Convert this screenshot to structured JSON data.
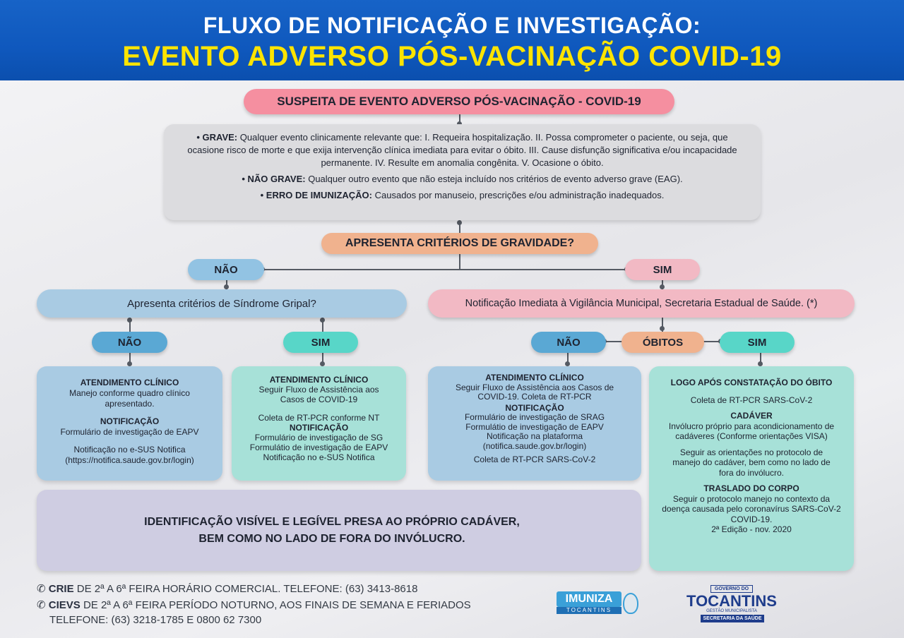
{
  "header": {
    "title_line1": "FLUXO DE NOTIFICAÇÃO E INVESTIGAÇÃO:",
    "title_line2": "EVENTO ADVERSO PÓS-VACINAÇÃO COVID-19"
  },
  "top": {
    "suspeita": "SUSPEITA DE EVENTO ADVERSO PÓS-VACINAÇÃO - COVID-19",
    "grave_label": "• GRAVE:",
    "grave_text": "Qualquer evento clinicamente relevante que: I. Requeira hospitalização. II. Possa comprometer o paciente, ou seja, que ocasione risco de morte e que exija intervenção clínica imediata para evitar o óbito. III. Cause disfunção significativa e/ou incapacidade permanente. IV. Resulte em anomalia congênita. V. Ocasione o óbito.",
    "nao_grave_label": "• NÃO GRAVE:",
    "nao_grave_text": "Qualquer outro evento que não esteja incluído nos critérios de evento adverso grave (EAG).",
    "erro_label": "• ERRO DE IMUNIZAÇÃO:",
    "erro_text": "Causados por manuseio, prescrições e/ou administração inadequados."
  },
  "question1": "APRESENTA CRITÉRIOS DE GRAVIDADE?",
  "branch_nao": "NÃO",
  "branch_sim": "SIM",
  "sg_question": "Apresenta critérios de Síndrome Gripal?",
  "notif_imediata": "Notificação Imediata à Vigilância Municipal, Secretaria Estadual de Saúde. (*)",
  "sg_nao": "NÃO",
  "sg_sim": "SIM",
  "obitos_nao": "NÃO",
  "obitos": "ÓBITOS",
  "obitos_sim": "SIM",
  "box1": {
    "h1": "ATENDIMENTO CLÍNICO",
    "t1": "Manejo conforme quadro clínico apresentado.",
    "h2": "NOTIFICAÇÃO",
    "t2": "Formulário de investigação de EAPV",
    "t3": "Notificação no e-SUS Notifica (https://notifica.saude.gov.br/login)"
  },
  "box2": {
    "h1": "ATENDIMENTO CLÍNICO",
    "t1": "Seguir Fluxo de Assistência aos Casos de COVID-19",
    "t2": "Coleta de RT-PCR conforme NT",
    "h2": "NOTIFICAÇÃO",
    "t3": "Formulário de investigação de SG",
    "t4": "Formulátio de investigação de EAPV",
    "t5": "Notificação no e-SUS Notifica"
  },
  "box3": {
    "h1": "ATENDIMENTO CLÍNICO",
    "t1": "Seguir Fluxo de Assistência aos Casos de COVID-19. Coleta de RT-PCR",
    "h2": "NOTIFICAÇÃO",
    "t2": "Formulário de investigação de SRAG",
    "t3": "Formulátio de investigação de EAPV",
    "t4": "Notificação na plataforma",
    "t5": "(notifica.saude.gov.br/login)",
    "t6": "Coleta de RT-PCR SARS-CoV-2"
  },
  "box4": {
    "h1": "LOGO APÓS CONSTATAÇÃO DO ÓBITO",
    "t1": "Coleta de RT-PCR SARS-CoV-2",
    "h2": "CADÁVER",
    "t2": "Invólucro próprio para acondicionamento de cadáveres (Conforme orientações VISA)",
    "t3": "Seguir as orientações no protocolo de manejo do cadáver, bem como no lado de fora do invólucro.",
    "h3": "TRASLADO DO CORPO",
    "t4": "Seguir o protocolo manejo no contexto da doença causada pelo coronavírus SARS-CoV-2 COVID-19.",
    "t5": "2ª Edição - nov. 2020"
  },
  "identificacao": {
    "line1": "IDENTIFICAÇÃO VISÍVEL E LEGÍVEL PRESA AO PRÓPRIO CADÁVER,",
    "line2": "BEM COMO NO LADO DE FORA DO INVÓLUCRO."
  },
  "footer": {
    "crie_label": "CRIE",
    "crie_text": "DE 2ª A 6ª FEIRA HORÁRIO COMERCIAL.  TELEFONE: (63) 3413-8618",
    "cievs_label": "CIEVS",
    "cievs_text": "DE 2ª A 6ª FEIRA PERÍODO NOTURNO, AOS FINAIS DE SEMANA E FERIADOS",
    "cievs_phone": "TELEFONE: (63) 3218-1785 E 0800 62 7300"
  },
  "logos": {
    "imuniza_top": "IMUNIZA",
    "imuniza_bottom": "TOCANTINS",
    "gov_top": "GOVERNO DO",
    "gov_main": "TOCANTINS",
    "gov_sub": "GESTÃO MUNICIPALISTA",
    "gov_sec": "SECRETARIA DA SAÚDE"
  },
  "colors": {
    "header_blue": "#1763c7",
    "title_yellow": "#fde400",
    "pink": "#f58fa0",
    "orange": "#f0b28e",
    "blue": "#a9cbe3",
    "teal": "#58d6c8"
  }
}
